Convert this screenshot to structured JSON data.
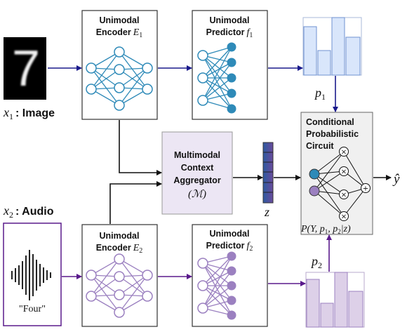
{
  "encoder1": {
    "line1": "Unimodal",
    "line2": "Encoder",
    "symbol": "E",
    "sub": "1"
  },
  "predictor1": {
    "line1": "Unimodal",
    "line2": "Predictor",
    "symbol": "f",
    "sub": "1"
  },
  "encoder2": {
    "line1": "Unimodal",
    "line2": "Encoder",
    "symbol": "E",
    "sub": "2"
  },
  "predictor2": {
    "line1": "Unimodal",
    "line2": "Predictor",
    "symbol": "f",
    "sub": "2"
  },
  "aggregator": {
    "line1": "Multimodal",
    "line2": "Context",
    "line3": "Aggregator",
    "symbol": "(ℳ)"
  },
  "circuit": {
    "line1": "Conditional",
    "line2": "Probabilistic",
    "line3": "Circuit",
    "formula": "P(Y, p",
    "formula_sub1": "1",
    "formula_mid": ", p",
    "formula_sub2": "2",
    "formula_end": "|z)"
  },
  "input1": {
    "var": "x",
    "sub": "1",
    "label": ": Image",
    "digit": "7"
  },
  "input2": {
    "var": "x",
    "sub": "2",
    "label": ": Audio",
    "caption": "\"Four\""
  },
  "p1": {
    "var": "p",
    "sub": "1"
  },
  "p2": {
    "var": "p",
    "sub": "2"
  },
  "z": {
    "var": "z"
  },
  "output": {
    "var": "ŷ"
  },
  "ops": {
    "mul": "×",
    "add": "+"
  },
  "colors": {
    "blue": "#2e8ab8",
    "purple": "#9b80c0",
    "arrow_blue": "#1a1a8c",
    "arrow_purple": "#5a1a8c",
    "hist1": "#d9e6fb",
    "hist2": "#ddd0e8",
    "aggregator": "#ece6f4"
  }
}
